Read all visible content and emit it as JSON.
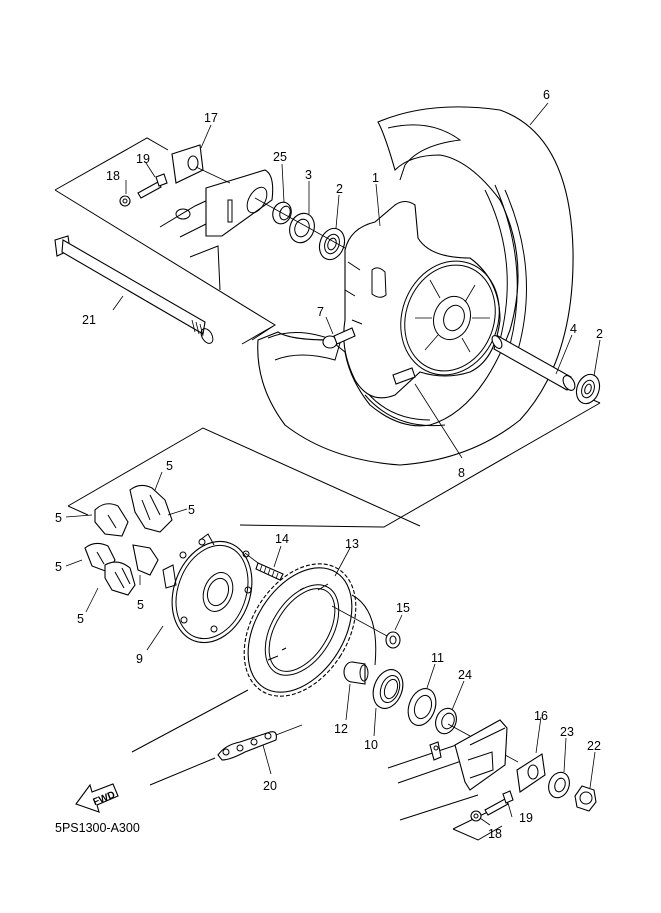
{
  "diagram": {
    "type": "exploded-parts-diagram",
    "subject": "Rear wheel assembly",
    "drawing_code": "5PS1300-A300",
    "direction_arrow_label": "FWD",
    "callouts": [
      {
        "id": "c1",
        "number": "1"
      },
      {
        "id": "c2a",
        "number": "2"
      },
      {
        "id": "c2b",
        "number": "2"
      },
      {
        "id": "c3",
        "number": "3"
      },
      {
        "id": "c4",
        "number": "4"
      },
      {
        "id": "c5a",
        "number": "5"
      },
      {
        "id": "c5b",
        "number": "5"
      },
      {
        "id": "c5c",
        "number": "5"
      },
      {
        "id": "c5d",
        "number": "5"
      },
      {
        "id": "c5e",
        "number": "5"
      },
      {
        "id": "c5f",
        "number": "5"
      },
      {
        "id": "c6",
        "number": "6"
      },
      {
        "id": "c7",
        "number": "7"
      },
      {
        "id": "c8",
        "number": "8"
      },
      {
        "id": "c9",
        "number": "9"
      },
      {
        "id": "c10",
        "number": "10"
      },
      {
        "id": "c11",
        "number": "11"
      },
      {
        "id": "c12",
        "number": "12"
      },
      {
        "id": "c13",
        "number": "13"
      },
      {
        "id": "c14",
        "number": "14"
      },
      {
        "id": "c15",
        "number": "15"
      },
      {
        "id": "c16",
        "number": "16"
      },
      {
        "id": "c17",
        "number": "17"
      },
      {
        "id": "c18a",
        "number": "18"
      },
      {
        "id": "c18b",
        "number": "18"
      },
      {
        "id": "c19a",
        "number": "19"
      },
      {
        "id": "c19b",
        "number": "19"
      },
      {
        "id": "c20",
        "number": "20"
      },
      {
        "id": "c21",
        "number": "21"
      },
      {
        "id": "c22",
        "number": "22"
      },
      {
        "id": "c23",
        "number": "23"
      },
      {
        "id": "c24",
        "number": "24"
      },
      {
        "id": "c25",
        "number": "25"
      }
    ]
  }
}
